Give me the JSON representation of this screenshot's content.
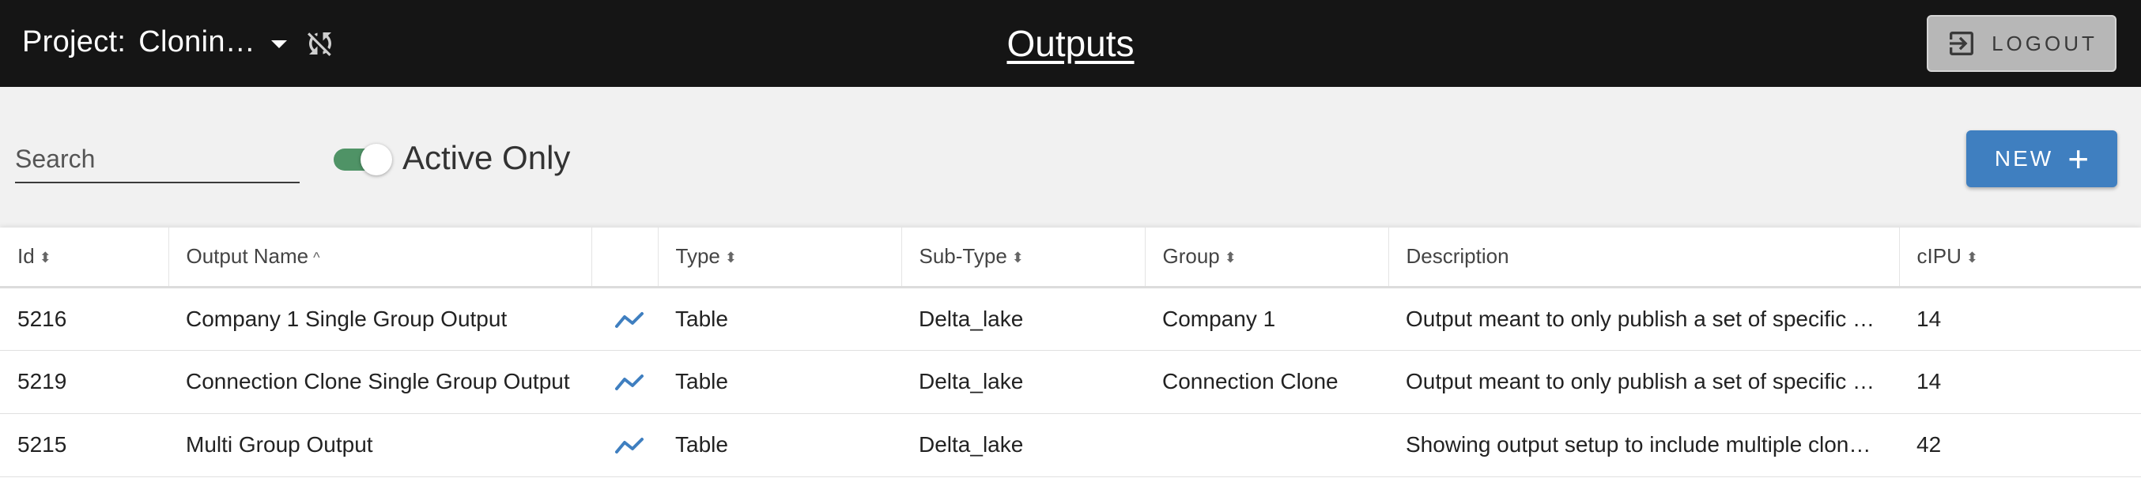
{
  "header": {
    "project_label": "Project:",
    "project_name": "Clonin…",
    "title": "Outputs",
    "logout_label": "LOGOUT"
  },
  "toolbar": {
    "search_placeholder": "Search",
    "active_only_label": "Active Only",
    "active_only_on": true,
    "new_label": "NEW"
  },
  "table": {
    "columns": [
      {
        "label": "Id",
        "sort": "⬍"
      },
      {
        "label": "Output Name",
        "sort": "^"
      },
      {
        "label": "",
        "sort": ""
      },
      {
        "label": "Type",
        "sort": "⬍"
      },
      {
        "label": "Sub-Type",
        "sort": "⬍"
      },
      {
        "label": "Group",
        "sort": "⬍"
      },
      {
        "label": "Description",
        "sort": ""
      },
      {
        "label": "cIPU",
        "sort": "⬍"
      }
    ],
    "rows": [
      {
        "id": "5216",
        "name": "Company 1 Single Group Output",
        "icon": "line-chart-icon",
        "type": "Table",
        "subtype": "Delta_lake",
        "group": "Company 1",
        "description": "Output meant to only publish a set of specific …",
        "cipu": "14"
      },
      {
        "id": "5219",
        "name": "Connection Clone Single Group Output",
        "icon": "line-chart-icon",
        "type": "Table",
        "subtype": "Delta_lake",
        "group": "Connection Clone",
        "description": "Output meant to only publish a set of specific …",
        "cipu": "14"
      },
      {
        "id": "5215",
        "name": "Multi Group Output",
        "icon": "line-chart-icon",
        "type": "Table",
        "subtype": "Delta_lake",
        "group": "",
        "description": "Showing output setup to include multiple clon…",
        "cipu": "42"
      }
    ]
  },
  "colors": {
    "header_bg": "#151515",
    "toolbar_bg": "#f1f1f1",
    "accent_blue": "#3f7fc0",
    "toggle_green": "#4f9366",
    "icon_blue": "#3f7fc0"
  }
}
